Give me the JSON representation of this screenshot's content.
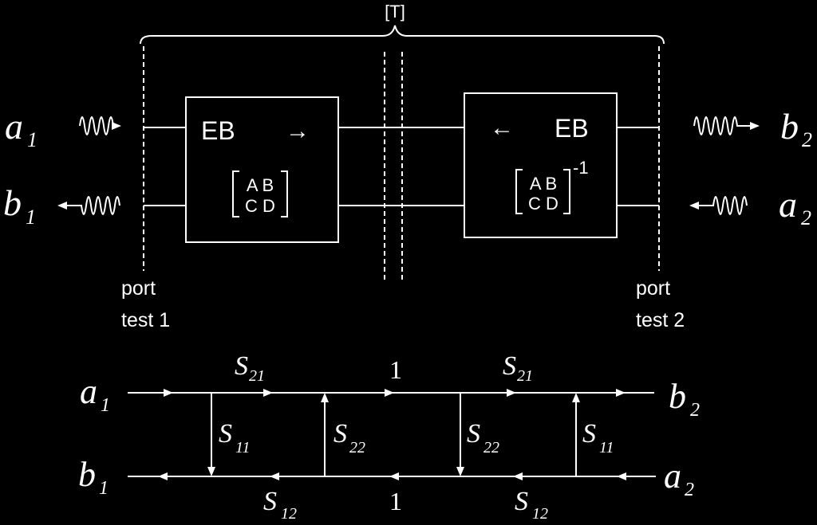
{
  "top": {
    "bracket_label": "[T]",
    "left_inputs": {
      "a": "a",
      "a_sub": "1",
      "b": "b",
      "b_sub": "1"
    },
    "right_outputs": {
      "b": "b",
      "b_sub": "2",
      "a": "a",
      "a_sub": "2"
    },
    "left_block": {
      "title": "EB",
      "arrow": "→",
      "matrix_row1": "A B",
      "matrix_row2": "C D"
    },
    "right_block": {
      "title": "EB",
      "arrow": "←",
      "matrix_row1": "A B",
      "matrix_row2": "C D",
      "exponent": "-1"
    },
    "port_left": {
      "line1": "port",
      "line2": "test 1"
    },
    "port_right": {
      "line1": "port",
      "line2": "test 2"
    }
  },
  "flow_graph": {
    "node_a1": {
      "main": "a",
      "sub": "1"
    },
    "node_b1": {
      "main": "b",
      "sub": "1"
    },
    "node_b2": {
      "main": "b",
      "sub": "2"
    },
    "node_a2": {
      "main": "a",
      "sub": "2"
    },
    "top_labels": [
      {
        "main": "S",
        "sub": "21"
      },
      {
        "main": "1",
        "sub": ""
      },
      {
        "main": "S",
        "sub": "21"
      }
    ],
    "bottom_labels": [
      {
        "main": "S",
        "sub": "12"
      },
      {
        "main": "1",
        "sub": ""
      },
      {
        "main": "S",
        "sub": "12"
      }
    ],
    "vertical_labels": [
      {
        "main": "S",
        "sub": "11"
      },
      {
        "main": "S",
        "sub": "22"
      },
      {
        "main": "S",
        "sub": "22"
      },
      {
        "main": "S",
        "sub": "11"
      }
    ]
  }
}
